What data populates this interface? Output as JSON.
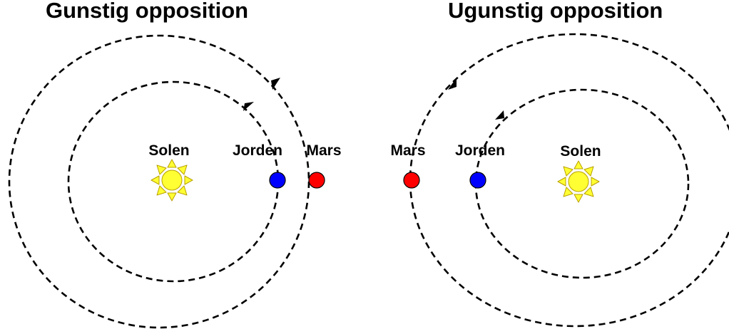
{
  "panels": [
    {
      "title": "Gunstig opposition",
      "labels": {
        "sun": "Solen",
        "earth": "Jorden",
        "mars": "Mars"
      }
    },
    {
      "title": "Ugunstig opposition",
      "labels": {
        "sun": "Solen",
        "earth": "Jorden",
        "mars": "Mars"
      }
    }
  ],
  "colors": {
    "sun": "#ffff33",
    "earth": "#0000ff",
    "mars": "#ff0000",
    "orbit": "#000000"
  },
  "icons": {
    "sun": "sun-icon",
    "earth": "planet-dot",
    "mars": "planet-dot"
  }
}
